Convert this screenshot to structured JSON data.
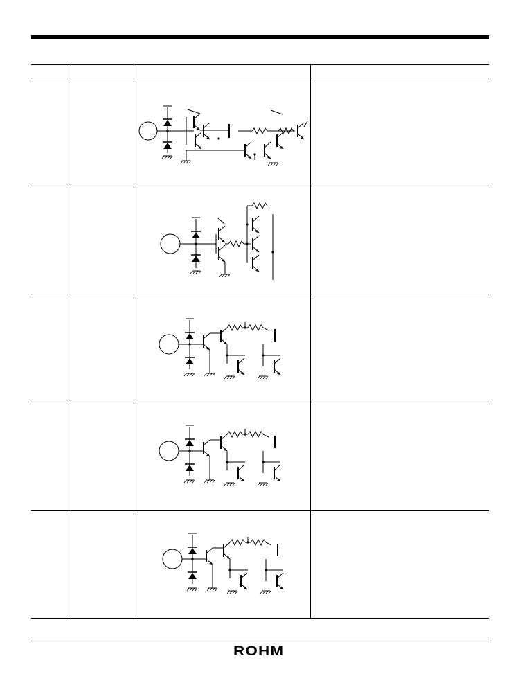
{
  "table": {
    "headers": [
      "",
      "",
      "",
      ""
    ],
    "rows": [
      {
        "pin": "",
        "name": "",
        "circuit": "schematic-1",
        "function": ""
      },
      {
        "pin": "",
        "name": "",
        "circuit": "schematic-2",
        "function": ""
      },
      {
        "pin": "",
        "name": "",
        "circuit": "schematic-3",
        "function": ""
      },
      {
        "pin": "",
        "name": "",
        "circuit": "schematic-4",
        "function": ""
      },
      {
        "pin": "",
        "name": "",
        "circuit": "schematic-5",
        "function": ""
      }
    ]
  },
  "footer": {
    "logo_text": "ROHM"
  }
}
